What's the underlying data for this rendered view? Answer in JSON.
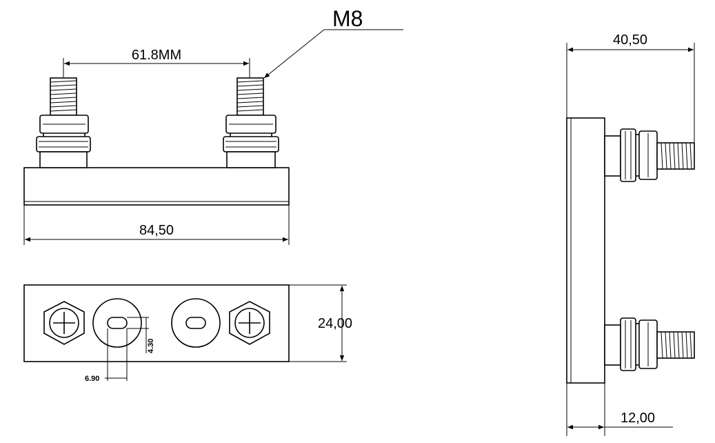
{
  "drawing": {
    "labels": {
      "thread": "M8",
      "stud_spacing": "61.8MM",
      "base_length": "84,50",
      "base_width": "24,00",
      "slot_width": "6.90",
      "slot_height": "4.30",
      "total_depth": "40,50",
      "base_thickness": "12,00"
    }
  }
}
